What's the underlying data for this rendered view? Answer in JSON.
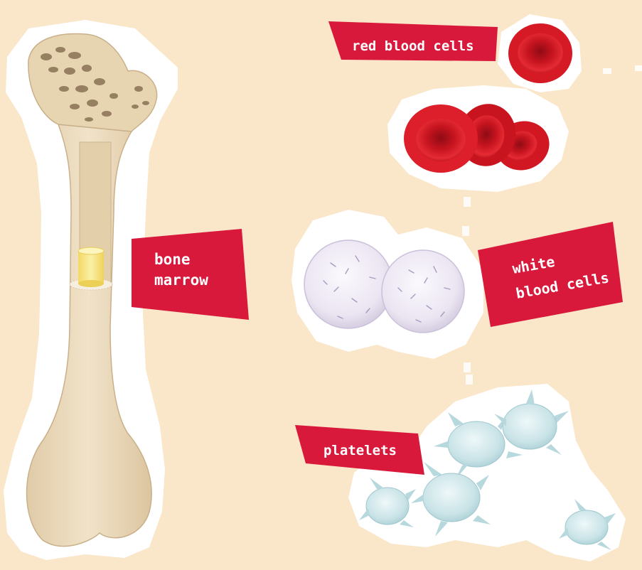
{
  "labels": {
    "bone_marrow_line1": "bone",
    "bone_marrow_line2": "marrow",
    "red_blood_cells": "red blood cells",
    "white_blood_cells_line1": "white",
    "white_blood_cells_line2": "blood cells",
    "platelets": "platelets"
  },
  "colors": {
    "background": "#fae6c9",
    "label_red": "#d8193b",
    "sticker_white": "#ffffff",
    "bone": "#ecdcc0",
    "marrow_yellow": "#f7e78a",
    "red_cell": "#d61a25",
    "white_cell": "#ece6f3",
    "platelet": "#cfe6ea"
  }
}
